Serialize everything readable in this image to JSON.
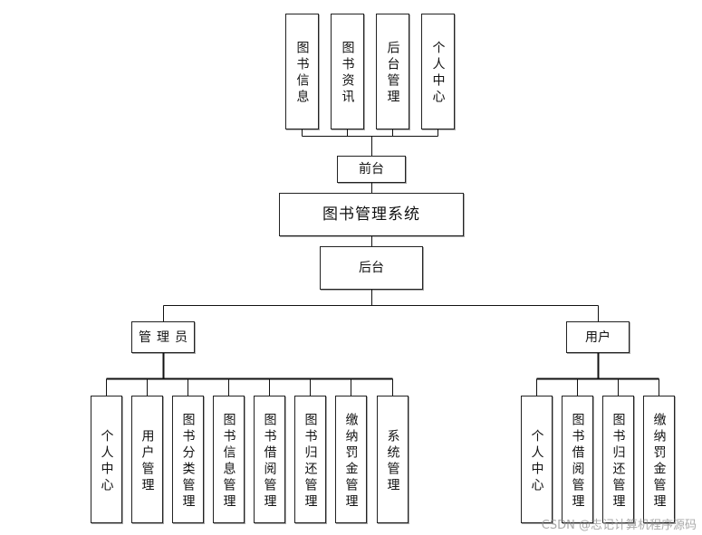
{
  "diagram": {
    "root": "图书管理系统",
    "front": {
      "label": "前台",
      "children": [
        "图书信息",
        "图书资讯",
        "后台管理",
        "个人中心"
      ]
    },
    "back": {
      "label": "后台",
      "roles": [
        {
          "label": "管理员",
          "children": [
            "个人中心",
            "用户管理",
            "图书分类管理",
            "图书信息管理",
            "图书借阅管理",
            "图书归还管理",
            "缴纳罚金管理",
            "系统管理"
          ]
        },
        {
          "label": "用户",
          "children": [
            "个人中心",
            "图书借阅管理",
            "图书归还管理",
            "缴纳罚金管理"
          ]
        }
      ]
    }
  },
  "watermark": "CSDN @志记计算机程序源码"
}
